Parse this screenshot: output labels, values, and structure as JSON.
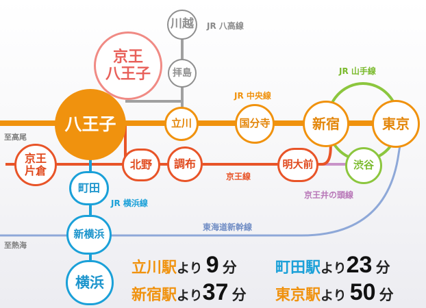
{
  "title_lines": {
    "jr_hachiko": "JR 八高線",
    "jr_yamanote": "JR 山手線",
    "jr_chuo": "JR 中央線",
    "keio": "京王線",
    "keio_inokashira": "京王井の頭線",
    "jr_yokohama": "JR 横浜線",
    "tokaido_shinkansen": "東海道新幹線"
  },
  "directions": {
    "to_takao": "至高尾",
    "to_atami": "至熱海"
  },
  "stations": {
    "kawagoe": "川越",
    "haijima": "拝島",
    "keio_hachioji_line1": "京王",
    "keio_hachioji_line2": "八王子",
    "hachioji": "八王子",
    "tachikawa": "立川",
    "kokubunji": "国分寺",
    "shinjuku": "新宿",
    "tokyo": "東京",
    "keio_katakura_line1": "京王",
    "keio_katakura_line2": "片倉",
    "kitano": "北野",
    "chofu": "調布",
    "meidaimae": "明大前",
    "shibuya": "渋谷",
    "machida": "町田",
    "shin_yokohama": "新横浜",
    "yokohama": "横浜"
  },
  "travel_times": [
    {
      "station": "立川駅",
      "yori": "より",
      "minutes": "9",
      "unit": "分",
      "color": "#f0920e"
    },
    {
      "station": "町田駅",
      "yori": "より",
      "minutes": "23",
      "unit": "分",
      "color": "#1aa0d8"
    },
    {
      "station": "新宿駅",
      "yori": "より",
      "minutes": "37",
      "unit": "分",
      "color": "#f0920e"
    },
    {
      "station": "東京駅",
      "yori": "より",
      "minutes": "50",
      "unit": "分",
      "color": "#f0920e"
    }
  ],
  "colors": {
    "jr_chuo": "#f0920e",
    "keio": "#e85428",
    "jr_hachiko": "#a0a0a0",
    "jr_yamanote": "#8cc63e",
    "jr_yokohama": "#1aa0d8",
    "keio_inokashira": "#c893c8",
    "tokaido_shinkansen": "#8ea8d8"
  }
}
